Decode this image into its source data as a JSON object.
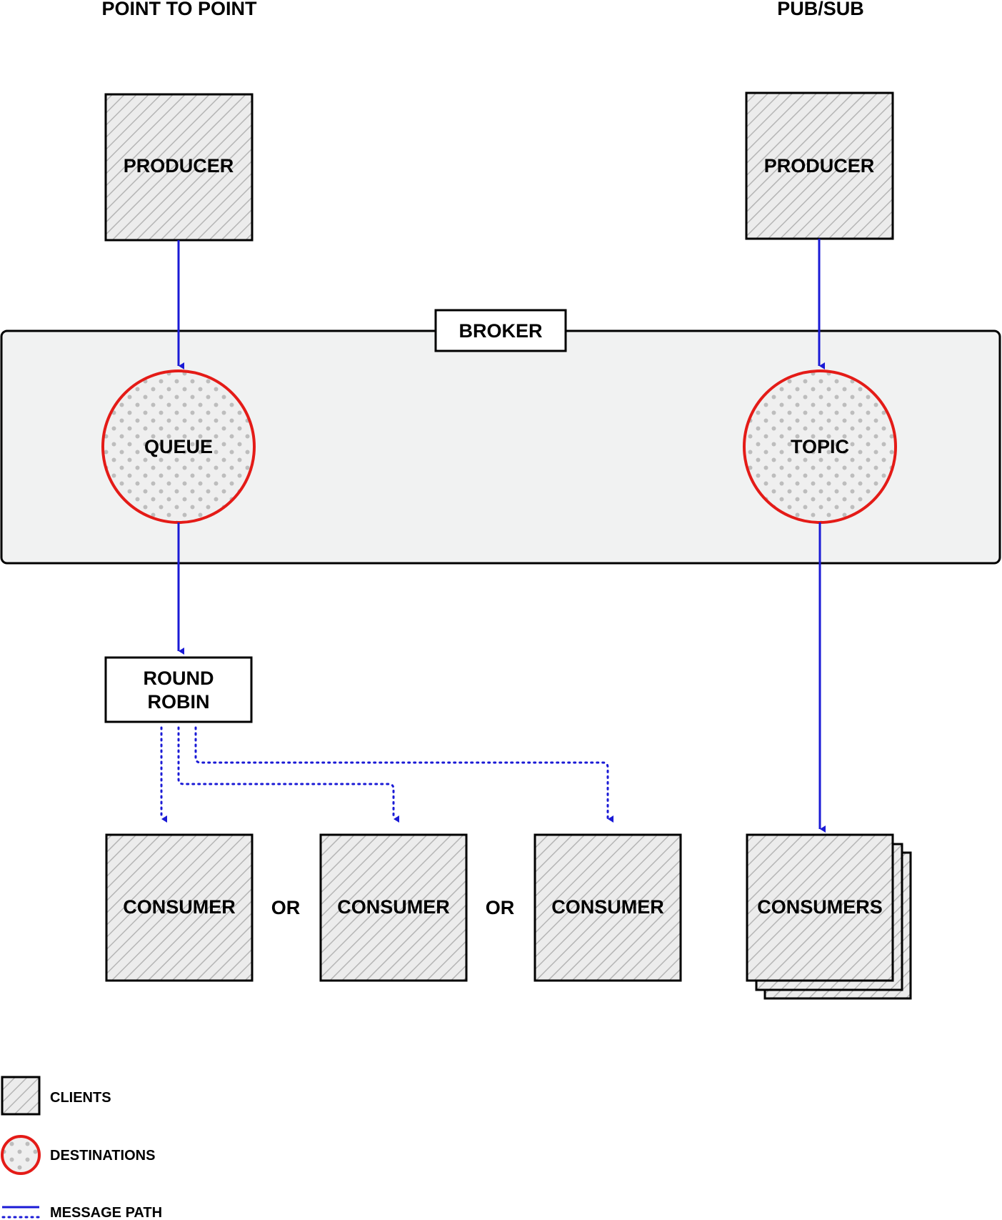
{
  "headings": {
    "point_to_point": "POINT TO POINT",
    "pub_sub": "PUB/SUB"
  },
  "broker": {
    "label": "BROKER"
  },
  "point_to_point": {
    "producer": "PRODUCER",
    "queue": "QUEUE",
    "round_robin_line1": "ROUND",
    "round_robin_line2": "ROBIN",
    "consumer_1": "CONSUMER",
    "consumer_2": "CONSUMER",
    "consumer_3": "CONSUMER",
    "or_1": "OR",
    "or_2": "OR"
  },
  "pub_sub": {
    "producer": "PRODUCER",
    "topic": "TOPIC",
    "consumers": "CONSUMERS"
  },
  "legend": {
    "clients": "CLIENTS",
    "destinations": "DESTINATIONS",
    "message_path": "MESSAGE PATH"
  },
  "colors": {
    "message_path": "#1a1ad6",
    "destination_border": "#e41b17",
    "broker_fill": "#f1f2f2",
    "hatch": "#b5b5b5",
    "dots": "#bdbdbd"
  }
}
